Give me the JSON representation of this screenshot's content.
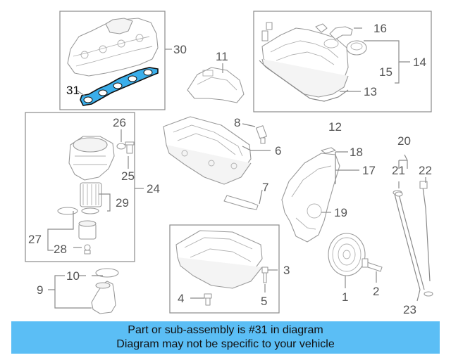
{
  "callouts": {
    "c1": "1",
    "c2": "2",
    "c3": "3",
    "c4": "4",
    "c5": "5",
    "c6": "6",
    "c7": "7",
    "c8": "8",
    "c9": "9",
    "c10": "10",
    "c11": "11",
    "c12": "12",
    "c13": "13",
    "c14": "14",
    "c15": "15",
    "c16": "16",
    "c17": "17",
    "c18": "18",
    "c19": "19",
    "c20": "20",
    "c21": "21",
    "c22": "22",
    "c23": "23",
    "c24": "24",
    "c25": "25",
    "c26": "26",
    "c27": "27",
    "c28": "28",
    "c29": "29",
    "c30": "30",
    "c31": "31"
  },
  "highlighted_part": "31",
  "colors": {
    "highlight": "#3aaeea",
    "banner": "#5bbef5",
    "line": "#8a8a8a"
  },
  "banner": {
    "line1": "Part or sub-assembly is #31 in diagram",
    "line2": "Diagram may not be specific to your vehicle"
  }
}
